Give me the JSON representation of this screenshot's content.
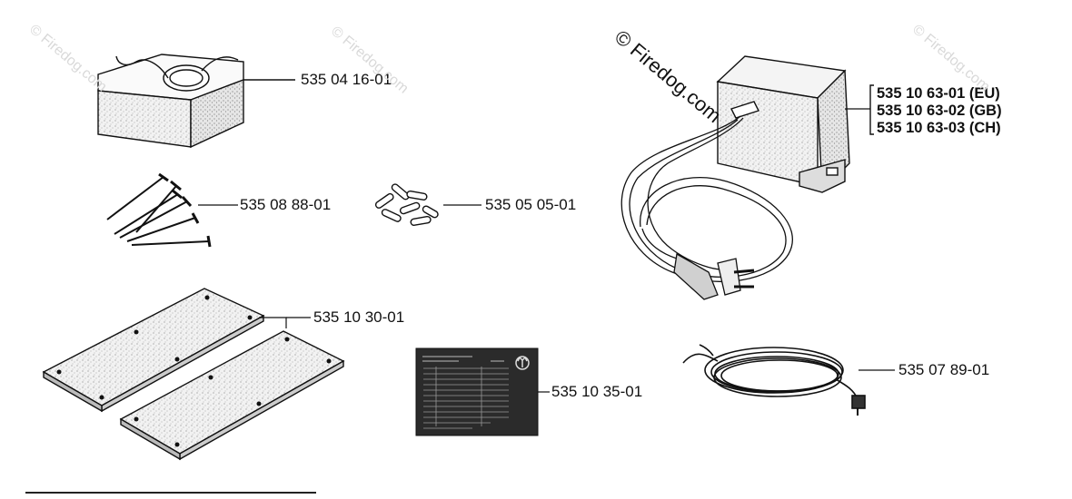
{
  "watermark": {
    "text": "© Firedog.com"
  },
  "parts": [
    {
      "id": "cable-box",
      "label": "535 04 16-01"
    },
    {
      "id": "pegs",
      "label": "535 08 88-01"
    },
    {
      "id": "connectors",
      "label": "535 05 05-01"
    },
    {
      "id": "plates",
      "label": "535 10 30-01"
    },
    {
      "id": "instruction-card",
      "label": "535 10 35-01"
    },
    {
      "id": "low-voltage-cable",
      "label": "535 07 89-01"
    }
  ],
  "transformer": {
    "labels": [
      "535 10 63-01 (EU)",
      "535 10 63-02 (GB)",
      "535 10 63-03 (CH)"
    ]
  },
  "card": {
    "brand_icon": "husqvarna-crown-icon"
  }
}
